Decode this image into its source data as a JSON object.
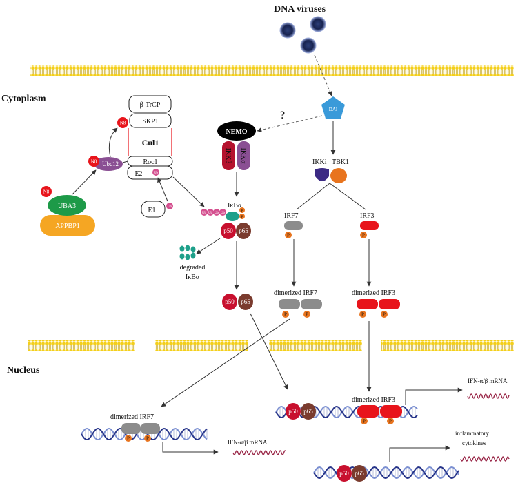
{
  "labels": {
    "dna_viruses": "DNA viruses",
    "cytoplasm": "Cytoplasm",
    "nucleus": "Nucleus",
    "unknown_link": "?"
  },
  "sensor": {
    "dai": "DAI"
  },
  "ikk_complex": {
    "nemo": "NEMO",
    "ikk_beta": "IKKβ",
    "ikk_alpha": "IKKα"
  },
  "tbk_complex": {
    "ikki": "IKKi",
    "tbk1": "TBK1"
  },
  "scf_complex": {
    "btrcp": "β-TrCP",
    "skp1": "SKP1",
    "cul1": "Cul1",
    "roc1": "Roc1",
    "e2": "E2"
  },
  "neddylation": {
    "n8": "N8",
    "ubc12": "Ubc12",
    "uba3": "UBA3",
    "appbp1": "APPBP1"
  },
  "e1": {
    "label": "E1"
  },
  "ub": "Ub",
  "phospho": "P",
  "ikba": {
    "label": "IκBα",
    "degraded_line1": "degraded",
    "degraded_line2": "IκBα"
  },
  "nfkb": {
    "p50": "p50",
    "p65": "p65"
  },
  "irf": {
    "irf7": "IRF7",
    "irf3": "IRF3",
    "dimerized_irf7": "dimerized IRF7",
    "dimerized_irf3": "dimerized IRF3"
  },
  "nuclear": {
    "irf3_promoter": {
      "label": "dimerized IRF3",
      "product": "IFN-α/β mRNA"
    },
    "irf7_promoter": {
      "label": "dimerized IRF7",
      "product": "IFN-α/β mRNA"
    },
    "nfkb_promoter": {
      "product_line1": "inflammatory",
      "product_line2": "cytokines"
    }
  },
  "colors": {
    "title_text": "#1f3468",
    "membrane_head": "#f4cf1a",
    "membrane_tail": "#b89500",
    "dai": "#3a9ad9",
    "nemo": "#000000",
    "ikk_beta": "#b5122e",
    "ikk_alpha": "#8a4f93",
    "ikki": "#3c2a84",
    "tbk1": "#e8741e",
    "irf7": "#8c8c8c",
    "irf3": "#e8141b",
    "phospho": "#e8741e",
    "p50": "#c8102e",
    "p65": "#7a3b2e",
    "ikba": "#1ea08a",
    "ub": "#d4508f",
    "nedd8": "#e8141b",
    "ubc12": "#8a4f93",
    "uba3": "#1d9a48",
    "appbp1": "#f5a623",
    "cul1_outline": "#e8141b",
    "dna_strand_dark": "#27358a",
    "dna_strand_light": "#7b8fd1",
    "dna_rung": "#b9bfd8",
    "mrna": "#9b2a4a"
  }
}
